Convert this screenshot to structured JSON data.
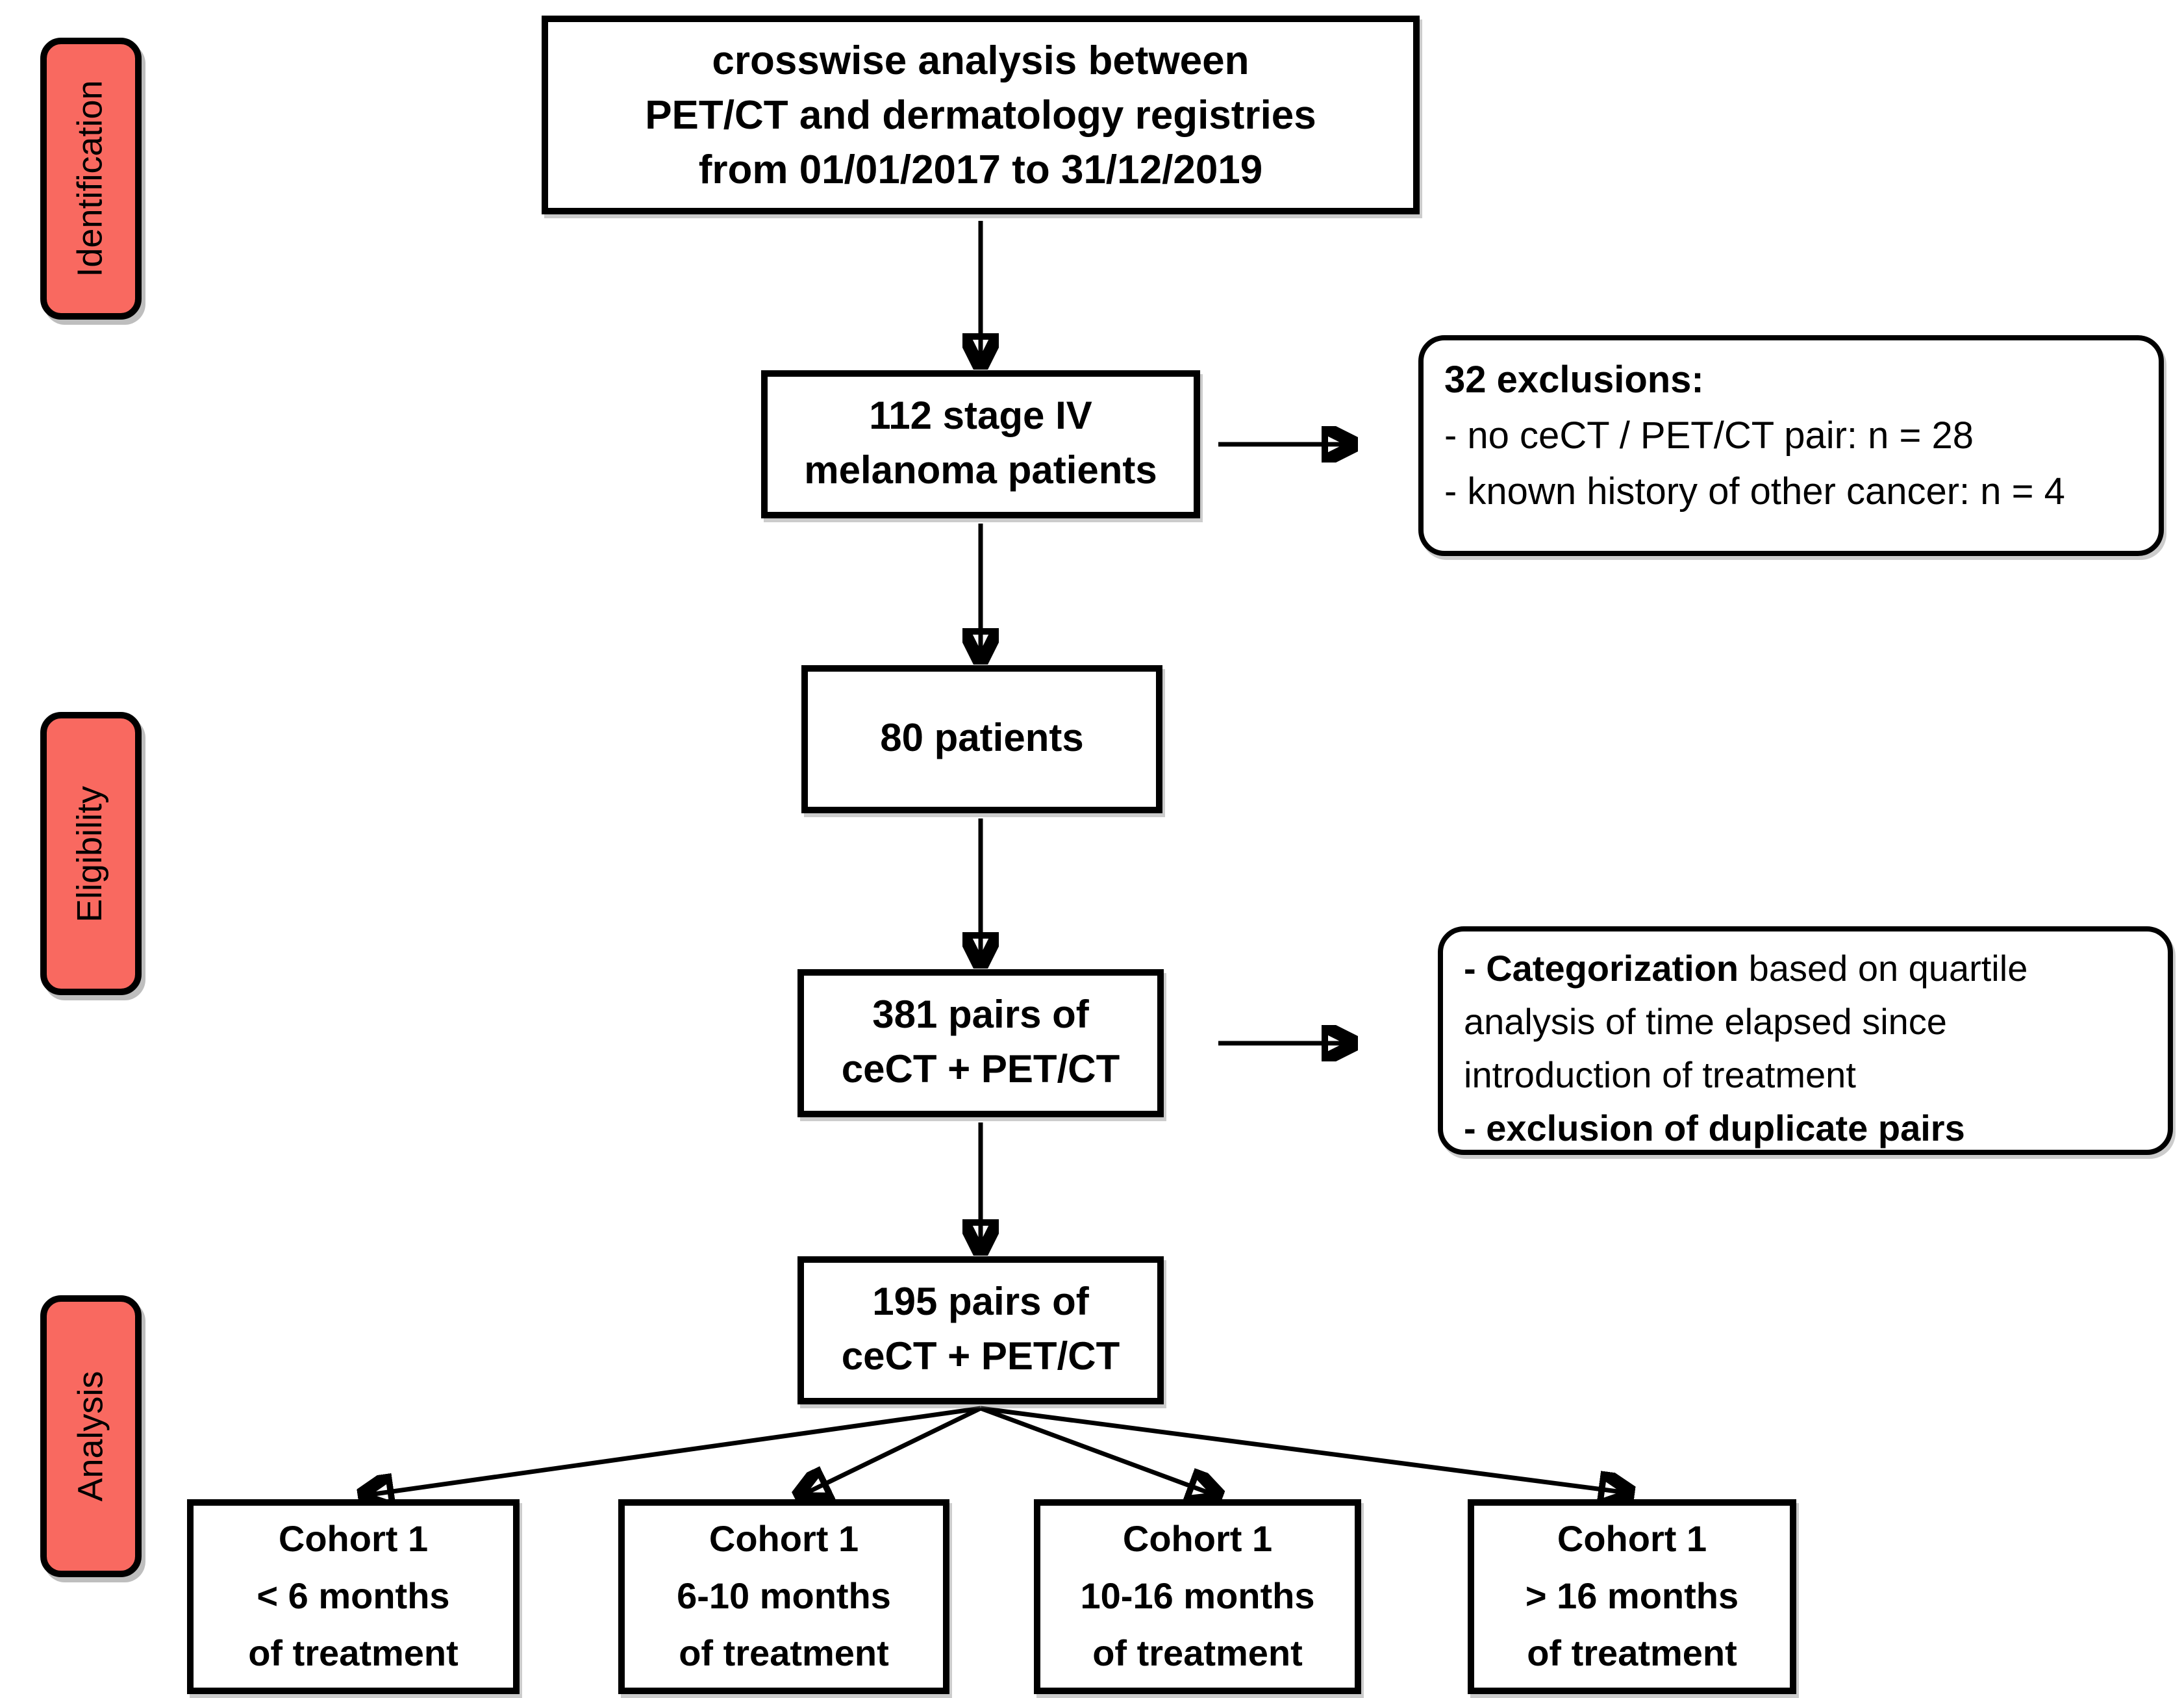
{
  "colors": {
    "stage_fill": "#f96960",
    "line": "#000000",
    "box_fill": "#ffffff"
  },
  "stages": [
    {
      "label": "Identification"
    },
    {
      "label": "Eligibility"
    },
    {
      "label": "Analysis"
    }
  ],
  "nodes": {
    "source": {
      "lines": [
        "crosswise analysis between",
        "PET/CT and dermatology registries",
        "from 01/01/2017 to 31/12/2019"
      ]
    },
    "screened": {
      "lines": [
        "112 stage IV",
        "melanoma patients"
      ]
    },
    "exclusions": {
      "title": "32 exclusions:",
      "items": [
        "- no ceCT / PET/CT pair: n = 28",
        "- known history of other cancer: n = 4"
      ]
    },
    "eligible": {
      "lines": [
        "80 patients"
      ]
    },
    "pairs_all": {
      "lines": [
        "381 pairs of",
        "ceCT + PET/CT"
      ]
    },
    "categorization": {
      "line1_bold": "- Categorization",
      "line1_rest": " based on quartile",
      "line2": "analysis of time elapsed since",
      "line3": "introduction of treatment",
      "line4_bold": "- exclusion of duplicate pairs"
    },
    "pairs_final": {
      "lines": [
        "195 pairs of",
        "ceCT + PET/CT"
      ]
    },
    "cohorts": [
      {
        "lines": [
          "Cohort 1",
          "< 6 months",
          "of treatment"
        ]
      },
      {
        "lines": [
          "Cohort 1",
          "6-10 months",
          "of treatment"
        ]
      },
      {
        "lines": [
          "Cohort 1",
          "10-16 months",
          "of treatment"
        ]
      },
      {
        "lines": [
          "Cohort 1",
          "> 16 months",
          "of treatment"
        ]
      }
    ]
  }
}
